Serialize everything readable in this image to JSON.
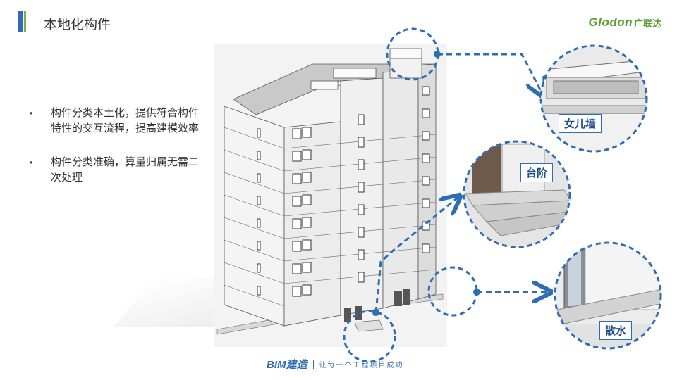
{
  "header": {
    "title": "本地化构件"
  },
  "logo": {
    "text_en": "Glodon",
    "text_cn": "广联达"
  },
  "bullets": [
    "构件分类本土化，提供符合构件特性的交互流程，提高建模效率",
    "构件分类准确，算量归属无需二次处理"
  ],
  "callouts": {
    "parapet": "女儿墙",
    "steps": "台阶",
    "apron": "散水"
  },
  "footer": {
    "brand": "BIM建造",
    "slogan": "让每一个工程项目成功"
  },
  "colors": {
    "accent_blue": "#2e6db4",
    "accent_green": "#7bb043",
    "brand_green": "#5a9e2f"
  }
}
